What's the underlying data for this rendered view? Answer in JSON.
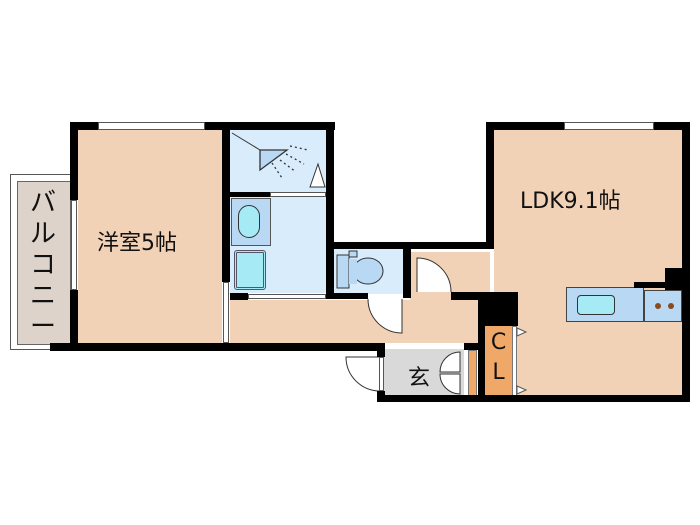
{
  "floorplan": {
    "colors": {
      "room_floor": "#f2d2b6",
      "wet_area": "#d8ecfb",
      "fixture": "#b8d8f4",
      "fixture_water": "#a6eaf6",
      "balcony": "#ddd3cb",
      "entrance": "#d9d9d9",
      "closet": "#f0a868",
      "wall": "#000000"
    },
    "rooms": [
      {
        "id": "western_room",
        "label": "洋室5帖"
      },
      {
        "id": "ldk",
        "label": "LDK9.1帖"
      },
      {
        "id": "balcony",
        "label": "バルコニー"
      },
      {
        "id": "entrance",
        "label": "玄"
      },
      {
        "id": "closet",
        "label": "CL"
      }
    ],
    "balcony_chars": [
      "バ",
      "ル",
      "コ",
      "ニ",
      "ー"
    ],
    "closet_chars": [
      "C",
      "L"
    ],
    "fixtures": [
      "shower",
      "washbasin",
      "bathtub",
      "toilet",
      "kitchen-sink",
      "stove"
    ]
  }
}
